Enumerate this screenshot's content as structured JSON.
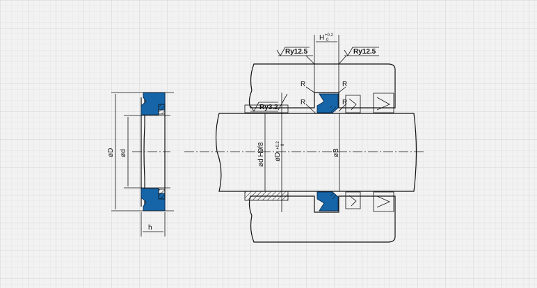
{
  "colors": {
    "seal": "#1565a8",
    "background": "#f2f2f2",
    "grid_minor": "#e3e3e3",
    "grid_major": "#d2d2d2"
  },
  "left_view": {
    "outer_diameter": "øD",
    "inner_diameter": "ød",
    "height": "h"
  },
  "right_view": {
    "groove_width": "H",
    "groove_tolerance_upper": "+0.2",
    "groove_tolerance_lower": "0",
    "roughness_left": "Ry12.5",
    "roughness_right": "Ry12.5",
    "roughness_bore": "Ry3.2",
    "radius_label": "R",
    "rod_diameter": "ød H9f8",
    "groove_diameter": "øD",
    "groove_diameter_tol_upper": "+0.2",
    "groove_diameter_tol_lower": "0",
    "bore_diameter": "øB"
  }
}
